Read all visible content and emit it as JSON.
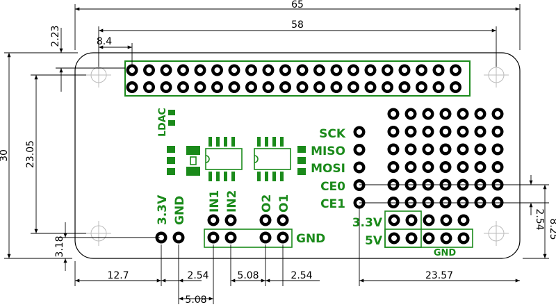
{
  "dimensions": {
    "width_total": "65",
    "header_span": "58",
    "header_offset_x": "8.4",
    "header_offset_y": "2.23",
    "height_total": "30",
    "hole_spacing_y": "23.05",
    "hole_bottom_offset": "3.18",
    "bottom_x1": "12.7",
    "bottom_x2": "2.54",
    "bottom_x3": "5.08",
    "bottom_x4": "2.54",
    "bottom_x5": "5.08",
    "right_span": "23.57",
    "right_pitch": "2.54",
    "right_height": "8.25"
  },
  "labels": {
    "ldac": "LDAC",
    "spi": [
      "SCK",
      "MISO",
      "MOSI",
      "CE0",
      "CE1"
    ],
    "pwr_33": "3.3V",
    "pwr_5": "5V",
    "gnd_right": "GND",
    "v33": "3.3V",
    "gnd_left": "GND",
    "in1": "IN1",
    "in2": "IN2",
    "o2": "O2",
    "o1": "O1",
    "gnd_mid": "GND"
  },
  "colors": {
    "outline": "#000000",
    "dimension": "#000000",
    "silk": "#1a8a1a"
  }
}
